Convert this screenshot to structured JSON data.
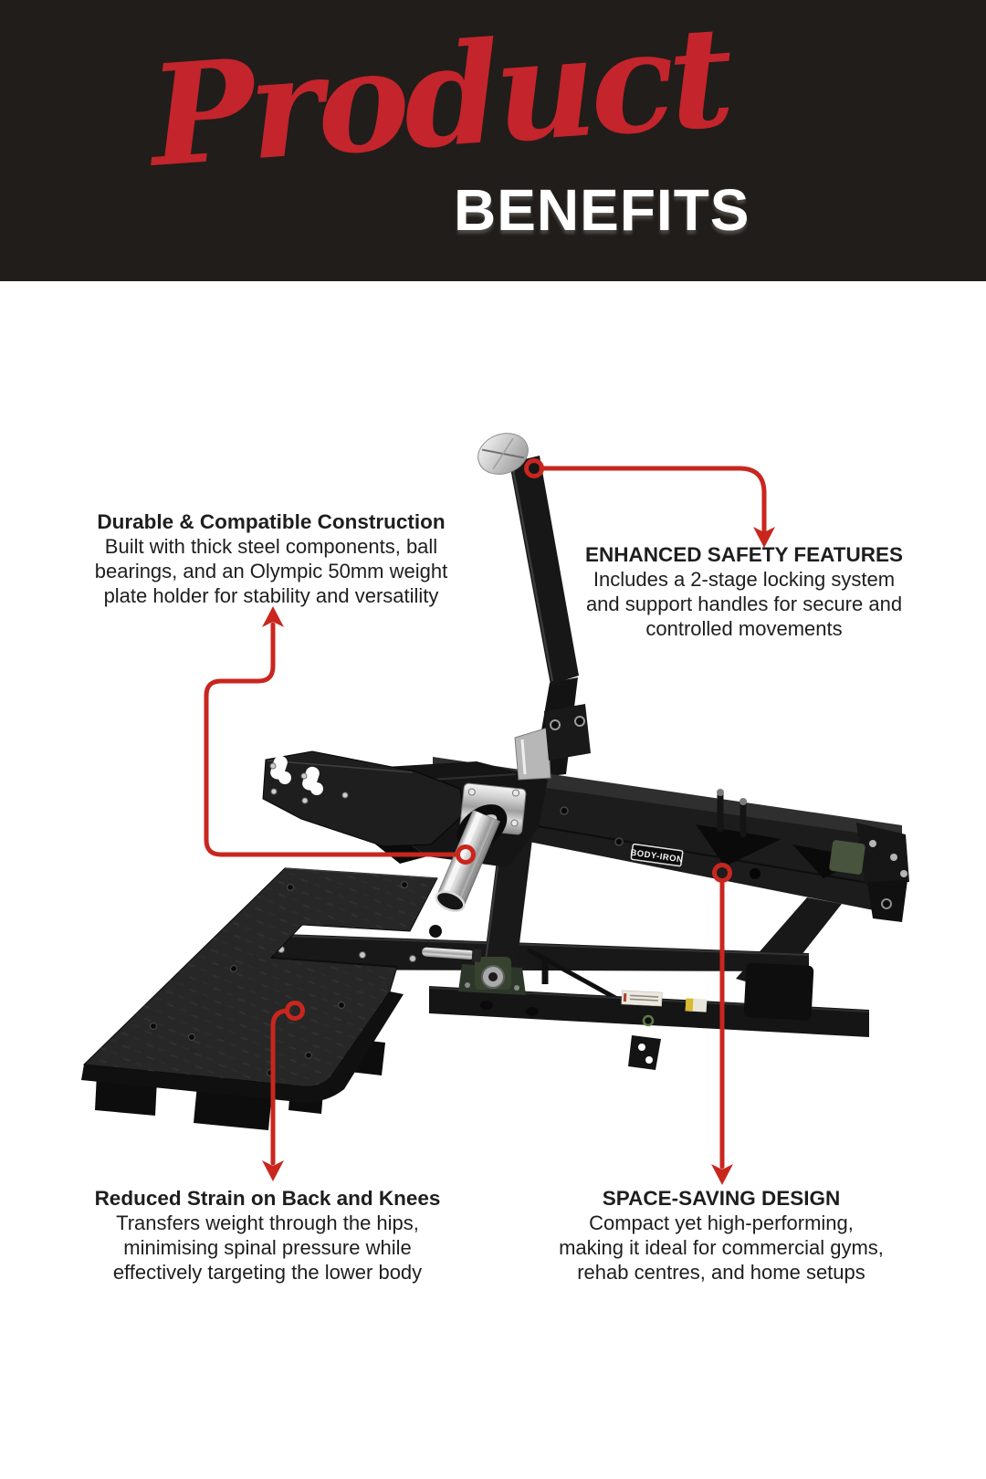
{
  "colors": {
    "header_bg": "#211d1a",
    "script_red": "#c4242b",
    "accent_red": "#c9261e",
    "text_dark": "#1e1e1e"
  },
  "header": {
    "script_word": "Product",
    "block_word": "BENEFITS"
  },
  "machine": {
    "brand_label": "BODY-IRON"
  },
  "callouts": {
    "top_left": {
      "title": "Durable & Compatible Construction",
      "line1": "Built with thick steel components, ball",
      "line2": "bearings, and an Olympic 50mm weight",
      "line3": "plate holder for stability and versatility"
    },
    "top_right": {
      "title": "ENHANCED SAFETY FEATURES",
      "line1": "Includes a 2-stage locking system",
      "line2": "and support handles for secure and",
      "line3": "controlled movements"
    },
    "bottom_left": {
      "title": "Reduced Strain on Back and Knees",
      "line1": "Transfers weight through the hips,",
      "line2": "minimising spinal pressure while",
      "line3": "effectively targeting the lower body"
    },
    "bottom_right": {
      "title": "SPACE-SAVING DESIGN",
      "line1": "Compact yet high-performing,",
      "line2": "making it ideal for commercial gyms,",
      "line3": "rehab centres, and home setups"
    }
  }
}
